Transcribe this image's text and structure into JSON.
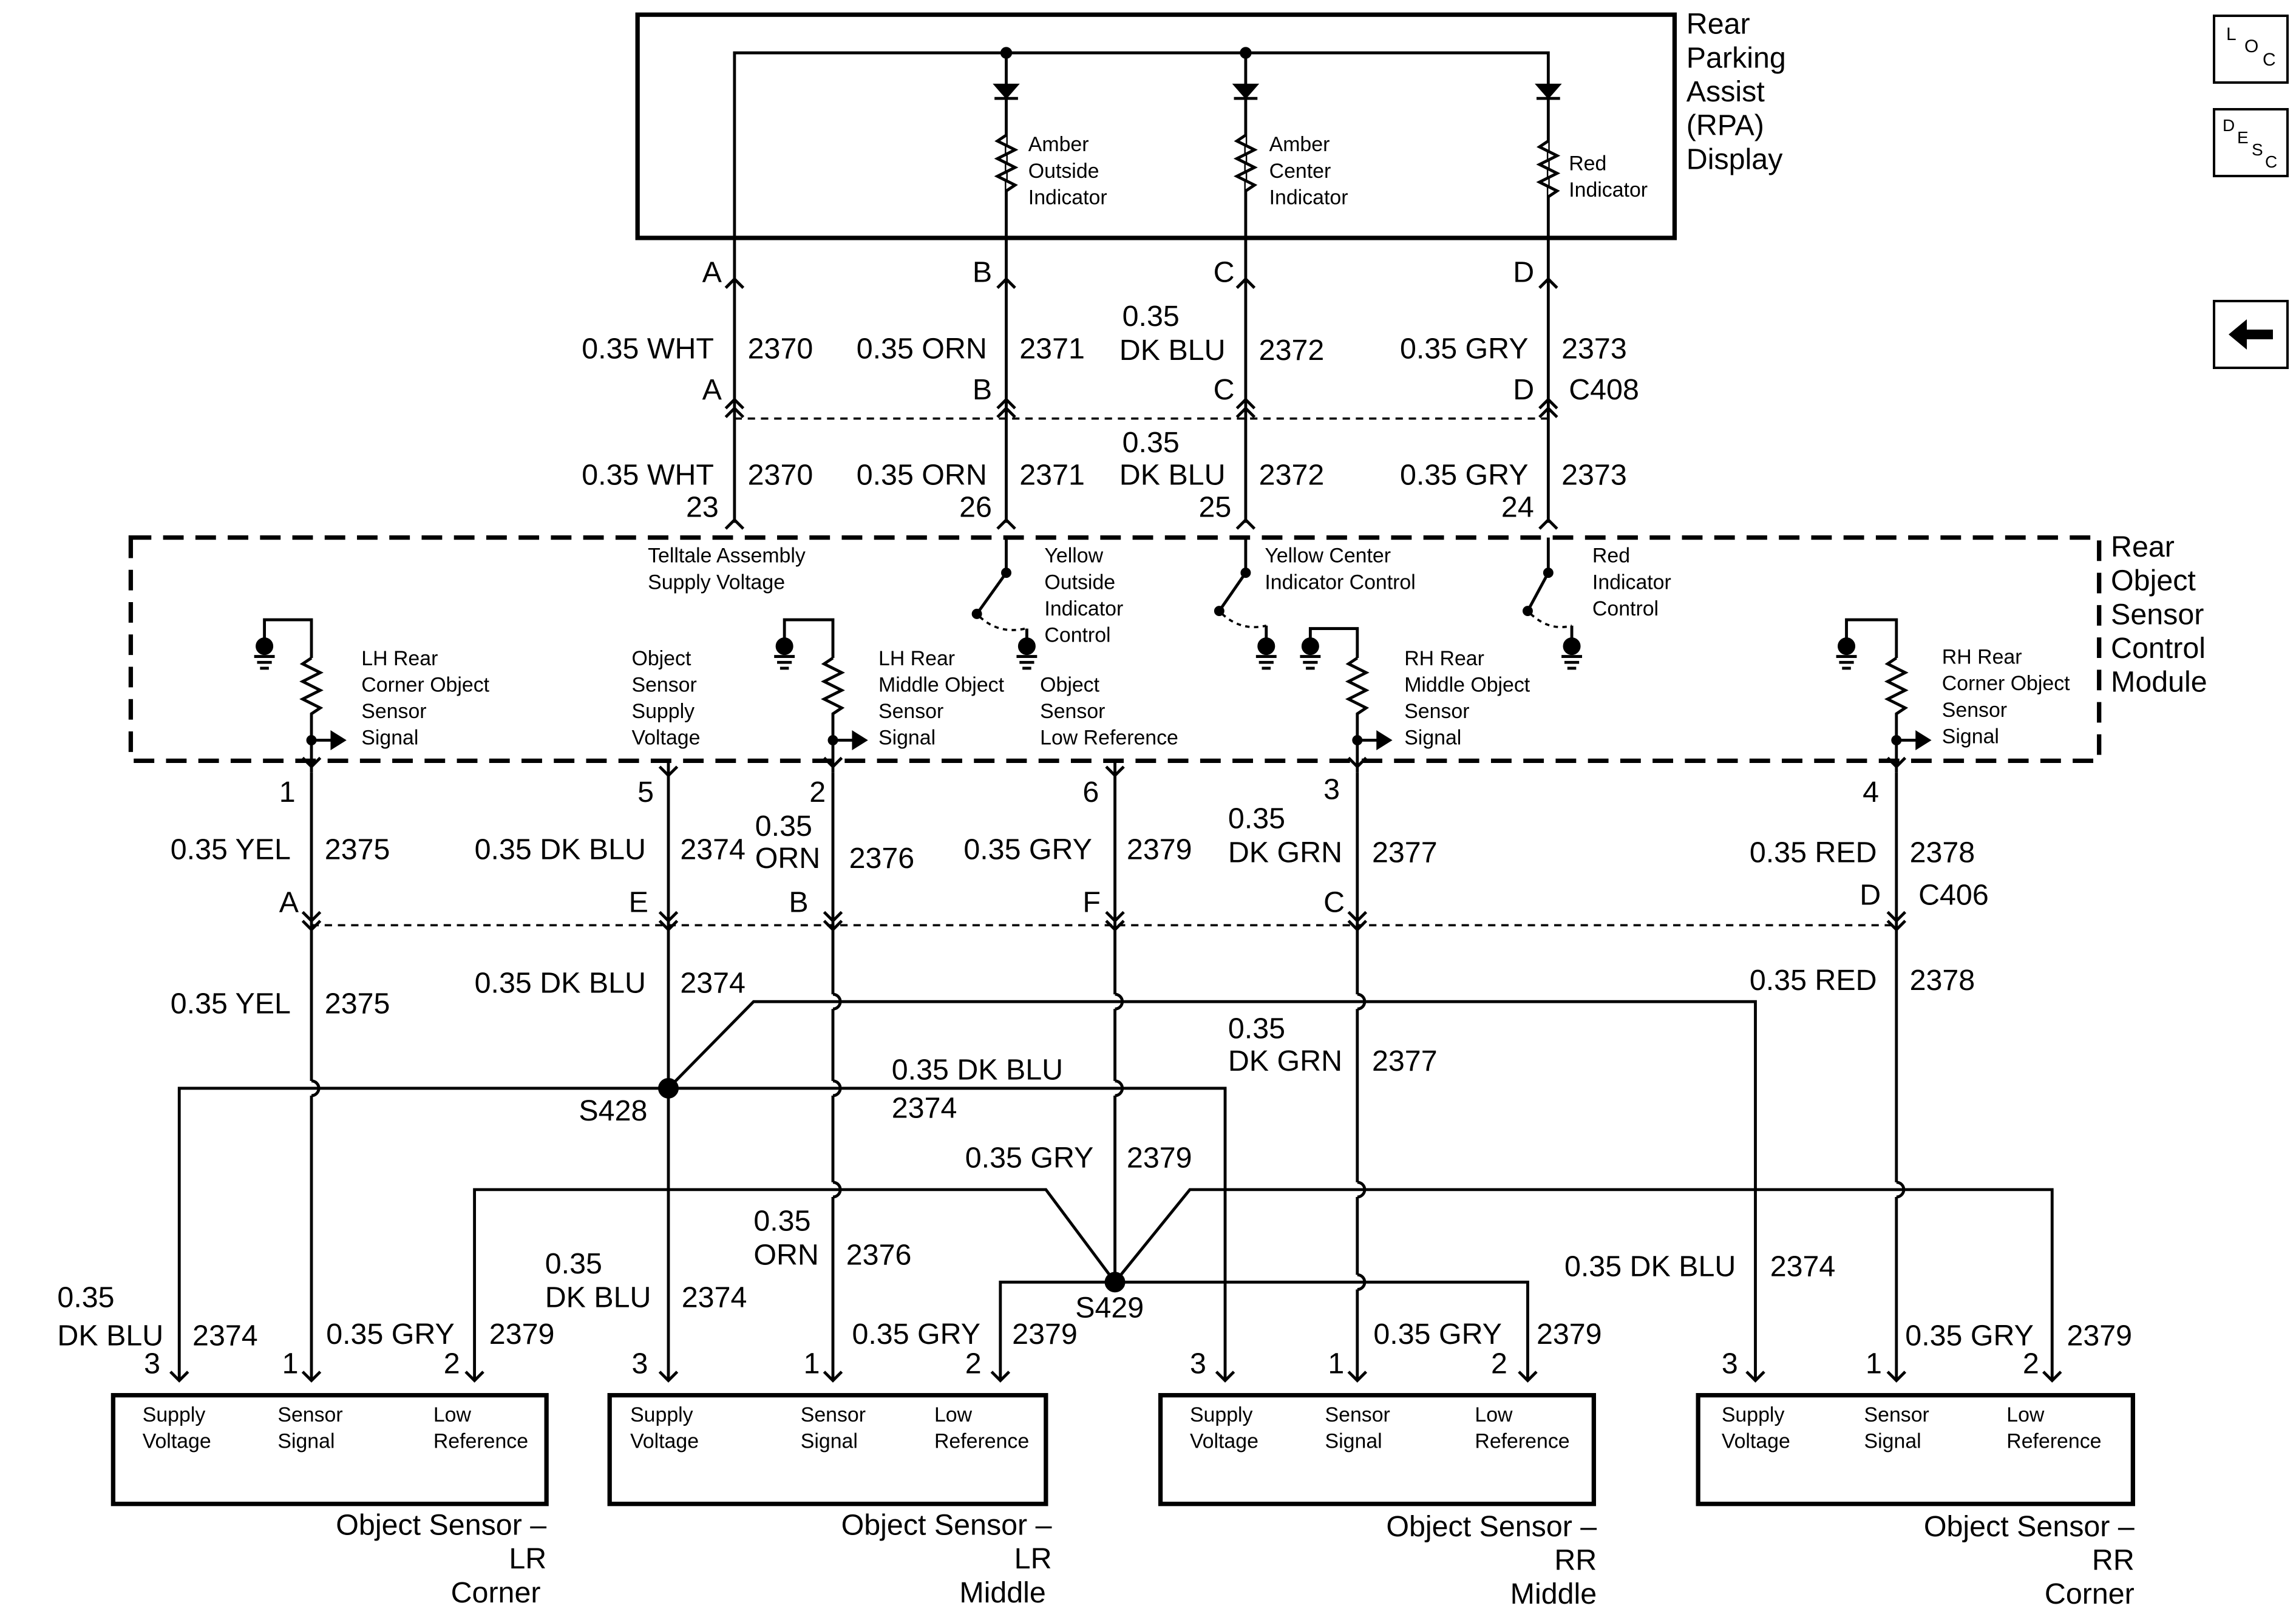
{
  "components": {
    "rpa_display": {
      "name": [
        "Rear",
        "Parking",
        "Assist",
        "(RPA)",
        "Display"
      ]
    },
    "module": {
      "name": [
        "Rear",
        "Object",
        "Sensor",
        "Control",
        "Module"
      ]
    },
    "sensors": [
      {
        "title": [
          "Object Sensor –",
          "LR",
          "Corner"
        ]
      },
      {
        "title": [
          "Object Sensor –",
          "LR",
          "Middle"
        ]
      },
      {
        "title": [
          "Object Sensor –",
          "RR",
          "Middle"
        ]
      },
      {
        "title": [
          "Object Sensor –",
          "RR",
          "Corner"
        ]
      }
    ]
  },
  "indicators": [
    {
      "label": [
        "Amber",
        "Outside",
        "Indicator"
      ]
    },
    {
      "label": [
        "Amber",
        "Center",
        "Indicator"
      ]
    },
    {
      "label": [
        "Red",
        "Indicator"
      ]
    }
  ],
  "connectors": {
    "c408": "C408",
    "c406": "C406"
  },
  "splices": {
    "s428": "S428",
    "s429": "S429"
  },
  "module_labels": {
    "telltale": [
      "Telltale Assembly",
      "Supply Voltage"
    ],
    "yellow_outside": [
      "Yellow",
      "Outside",
      "Indicator",
      "Control"
    ],
    "yellow_center": [
      "Yellow Center",
      "Indicator Control"
    ],
    "red_control": [
      "Red",
      "Indicator",
      "Control"
    ],
    "lh_corner": [
      "LH Rear",
      "Corner Object",
      "Sensor",
      "Signal"
    ],
    "supply": [
      "Object",
      "Sensor",
      "Supply",
      "Voltage"
    ],
    "lh_middle": [
      "LH Rear",
      "Middle Object",
      "Sensor",
      "Signal"
    ],
    "low_ref": [
      "Object",
      "Sensor",
      "Low Reference"
    ],
    "rh_middle": [
      "RH Rear",
      "Middle Object",
      "Sensor",
      "Signal"
    ],
    "rh_corner": [
      "RH Rear",
      "Corner Object",
      "Sensor",
      "Signal"
    ]
  },
  "sensor_pins": [
    "Supply",
    "Voltage",
    "Sensor",
    "Signal",
    "Low",
    "Reference"
  ],
  "letters": {
    "a": "A",
    "b": "B",
    "c": "C",
    "d": "D",
    "e": "E",
    "f": "F"
  },
  "numbers": {
    "1": "1",
    "2": "2",
    "3": "3",
    "4": "4",
    "5": "5",
    "6": "6",
    "23": "23",
    "24": "24",
    "25": "25",
    "26": "26"
  },
  "wires": {
    "w035": "0.35",
    "wht": "0.35 WHT",
    "orn": "0.35 ORN",
    "dkblu": "DK BLU",
    "gry": "0.35 GRY",
    "yel": "0.35 YEL",
    "dkblu_full": "0.35 DK BLU",
    "orn_only": "ORN",
    "dkgrn": "DK GRN",
    "red": "0.35 RED",
    "c2370": "2370",
    "c2371": "2371",
    "c2372": "2372",
    "c2373": "2373",
    "c2374": "2374",
    "c2375": "2375",
    "c2376": "2376",
    "c2377": "2377",
    "c2378": "2378",
    "c2379": "2379"
  },
  "nav": {
    "loc": {
      "l": "L",
      "o": "O",
      "c": "C"
    },
    "desc": {
      "d": "D",
      "e": "E",
      "s": "S",
      "c": "C"
    }
  }
}
